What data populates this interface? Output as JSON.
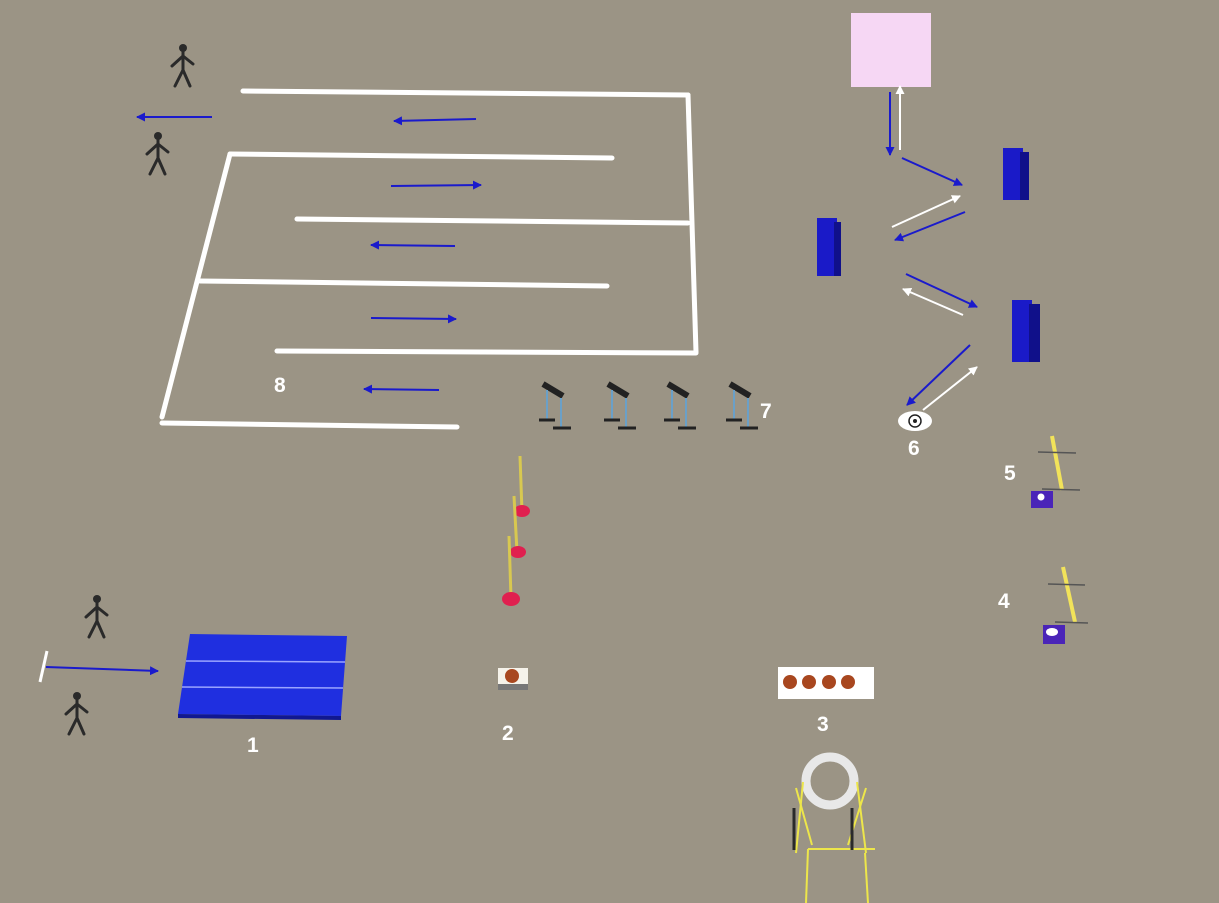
{
  "stations": [
    {
      "id": "1",
      "label": "1"
    },
    {
      "id": "2",
      "label": "2"
    },
    {
      "id": "3",
      "label": "3"
    },
    {
      "id": "4",
      "label": "4"
    },
    {
      "id": "5",
      "label": "5"
    },
    {
      "id": "6",
      "label": "6"
    },
    {
      "id": "7",
      "label": "7"
    },
    {
      "id": "8",
      "label": "8"
    }
  ],
  "colors": {
    "ground": "#9b9485",
    "arrow": "#1a1acc",
    "return_arrow": "#ffffff",
    "cone": "#1a1ac8",
    "mat": "#1f2fe0",
    "ball": "#a8471f",
    "pole": "#f2e35a",
    "marker": "#e0204f",
    "target_panel": "#f6d7f4",
    "barrier": "#ffffff"
  },
  "icons": [
    "athlete-figure",
    "hurdle",
    "ball",
    "cone",
    "ring",
    "mat",
    "slalom-pole",
    "target-panel"
  ]
}
